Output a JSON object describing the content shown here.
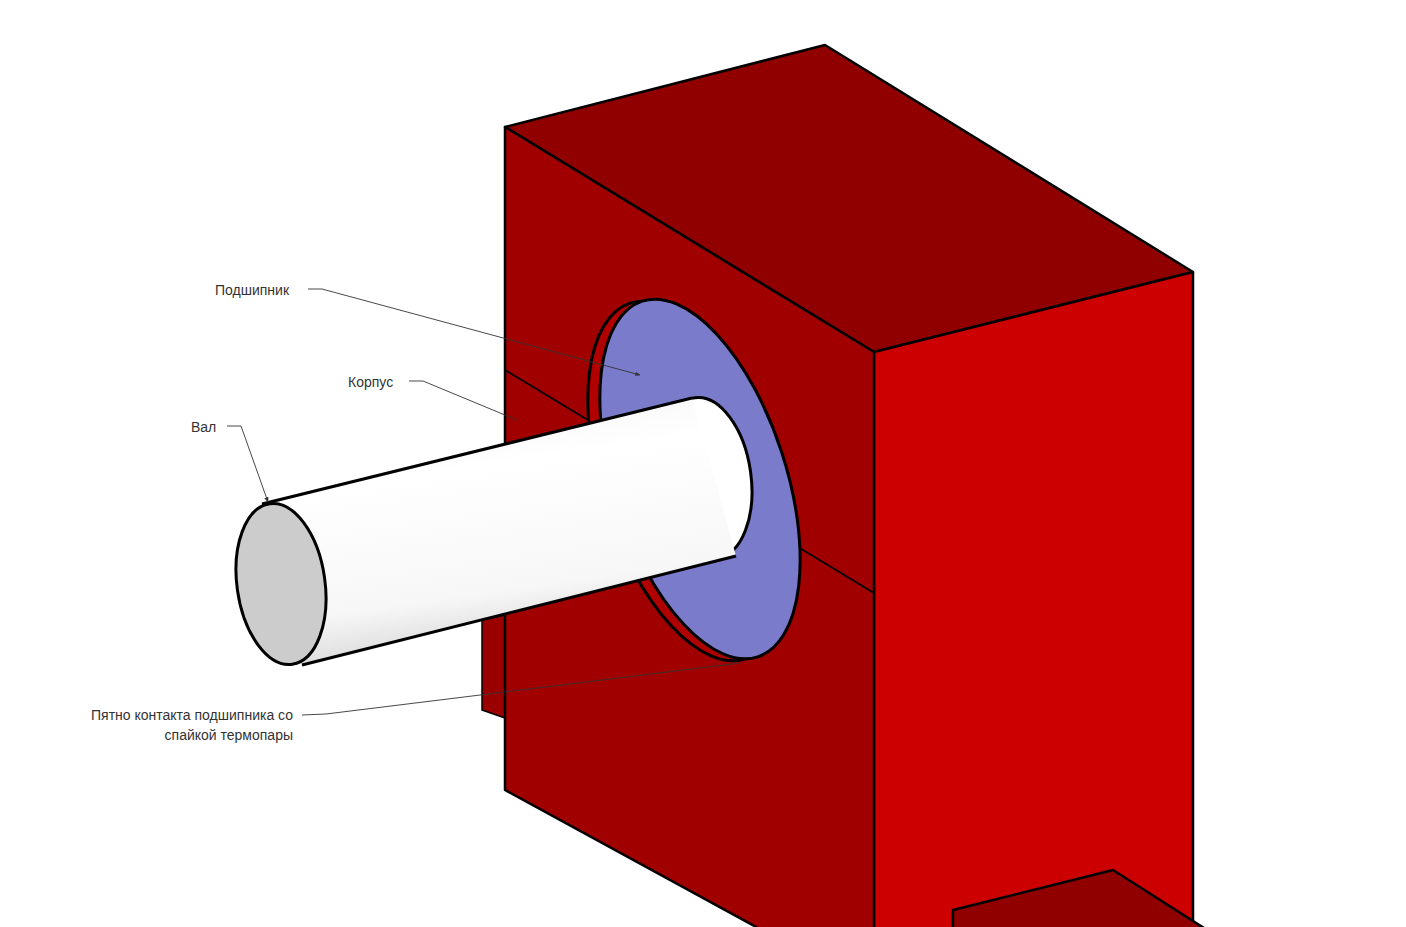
{
  "diagram": {
    "labels": [
      "Подшипник",
      "Корпус",
      "Вал",
      "Пятно контакта подшипника со спайкой термопары"
    ]
  }
}
